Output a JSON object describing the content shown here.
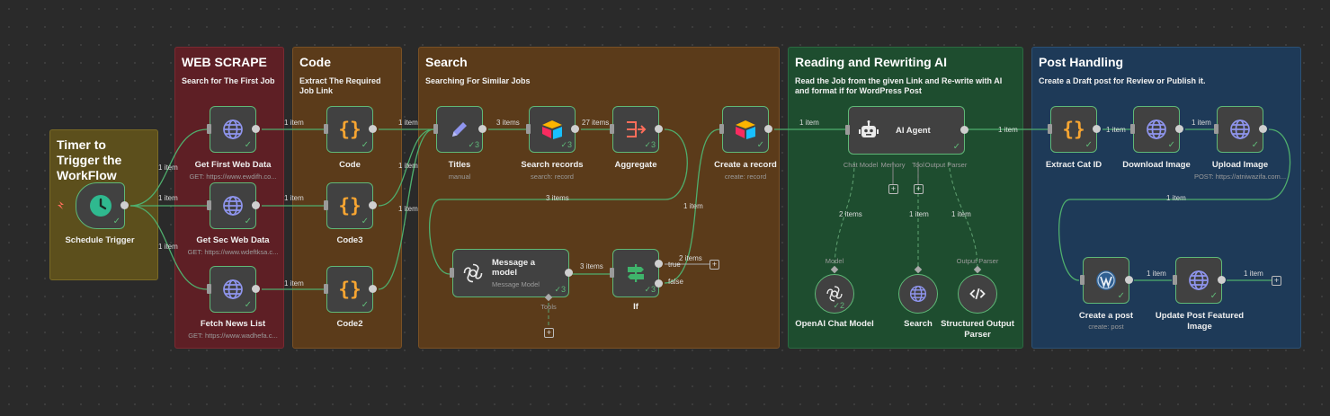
{
  "stickies": {
    "timer": {
      "title": "Timer to Trigger the WorkFlow"
    },
    "scrape": {
      "title": "WEB SCRAPE",
      "sub": "Search for The First Job"
    },
    "code": {
      "title": "Code",
      "sub": "Extract The Required Job Link"
    },
    "search": {
      "title": "Search",
      "sub": "Searching For Similar Jobs"
    },
    "ai": {
      "title": "Reading and Rewriting AI",
      "sub": "Read the Job from the given Link and Re-write with AI and format if for WordPress Post"
    },
    "post": {
      "title": "Post Handling",
      "sub": "Create a Draft post for Review or Publish it."
    }
  },
  "nodes": {
    "schedule": {
      "label": "Schedule Trigger"
    },
    "get_first": {
      "label": "Get First Web Data",
      "sub": "GET: https://www.ewdifh.co..."
    },
    "get_sec": {
      "label": "Get Sec Web Data",
      "sub": "GET: https://www.wdeftksa.c..."
    },
    "fetch_news": {
      "label": "Fetch News List",
      "sub": "GET: https://www.wadhefa.c..."
    },
    "code1": {
      "label": "Code"
    },
    "code3": {
      "label": "Code3"
    },
    "code2": {
      "label": "Code2"
    },
    "titles": {
      "label": "Titles",
      "sub": "manual",
      "count": "3"
    },
    "search_records": {
      "label": "Search records",
      "sub": "search: record",
      "count": "3"
    },
    "aggregate": {
      "label": "Aggregate",
      "count": "3"
    },
    "create_record": {
      "label": "Create a record",
      "sub": "create: record"
    },
    "message_model": {
      "label": "Message a model",
      "sub": "Message Model",
      "count": "3",
      "tools": "Tools"
    },
    "if": {
      "label": "If",
      "count": "3",
      "true_label": "true",
      "false_label": "false"
    },
    "ai_agent": {
      "label": "AI Agent",
      "port_chat": "Chat Model",
      "port_memory": "Memory",
      "port_tool": "Tool",
      "port_parser": "Output Parser"
    },
    "openai": {
      "label": "OpenAI Chat Model",
      "count": "2",
      "port": "Model"
    },
    "search_tool": {
      "label": "Search"
    },
    "parser": {
      "label": "Structured Output Parser",
      "port": "Output Parser"
    },
    "extract_cat": {
      "label": "Extract Cat ID"
    },
    "download_image": {
      "label": "Download Image"
    },
    "upload_image": {
      "label": "Upload Image",
      "sub": "POST: https://atniwazifa.com..."
    },
    "create_post": {
      "label": "Create a post",
      "sub": "create: post"
    },
    "update_featured": {
      "label": "Update Post Featured Image"
    }
  },
  "edges": {
    "one_item": "1 item",
    "three_items": "3 items",
    "twentyseven_items": "27 items",
    "two_items": "2 items"
  },
  "icons": {
    "globe": "globe-icon",
    "braces": "code-braces-icon",
    "pencil": "pencil-icon",
    "airtable": "airtable-icon",
    "aggregate": "aggregate-icon",
    "openai": "openai-icon",
    "if": "if-signpost-icon",
    "robot": "robot-icon",
    "clock": "clock-icon",
    "wordpress": "wordpress-icon",
    "code_tag": "code-tag-icon"
  },
  "colors": {
    "canvas": "#2a2a2a",
    "node_bg": "#414141",
    "success": "#5fb877",
    "sticky_red": "#5e1f25",
    "sticky_brown": "#5b3b1a",
    "sticky_olive": "#564a1b",
    "sticky_green": "#1e4d2f",
    "sticky_blue": "#1e3a58"
  }
}
